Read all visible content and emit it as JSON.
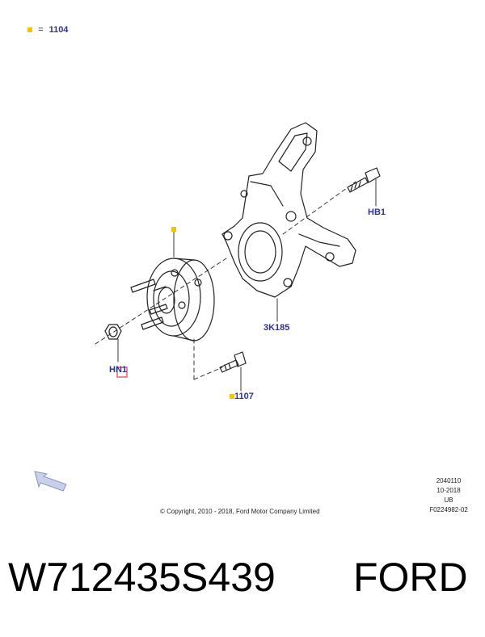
{
  "legend": {
    "symbol": "=",
    "value": "1104",
    "marker_color": "#f5c400"
  },
  "callouts": {
    "hb1": "HB1",
    "knuckle": "3K185",
    "bolt": "1107",
    "nut": "HN1"
  },
  "footer": {
    "copyright": "© Copyright, 2010 - 2018, Ford Motor Company Limited",
    "meta": [
      "2040110",
      "10-2018",
      "UB",
      "F0224982-02"
    ]
  },
  "caption": {
    "part_number": "W712435S439",
    "brand": "FORD"
  },
  "colors": {
    "callout": "#2e3192",
    "marker": "#f5c400",
    "highlight": "#e53935",
    "arrow": "#aab4d8"
  }
}
